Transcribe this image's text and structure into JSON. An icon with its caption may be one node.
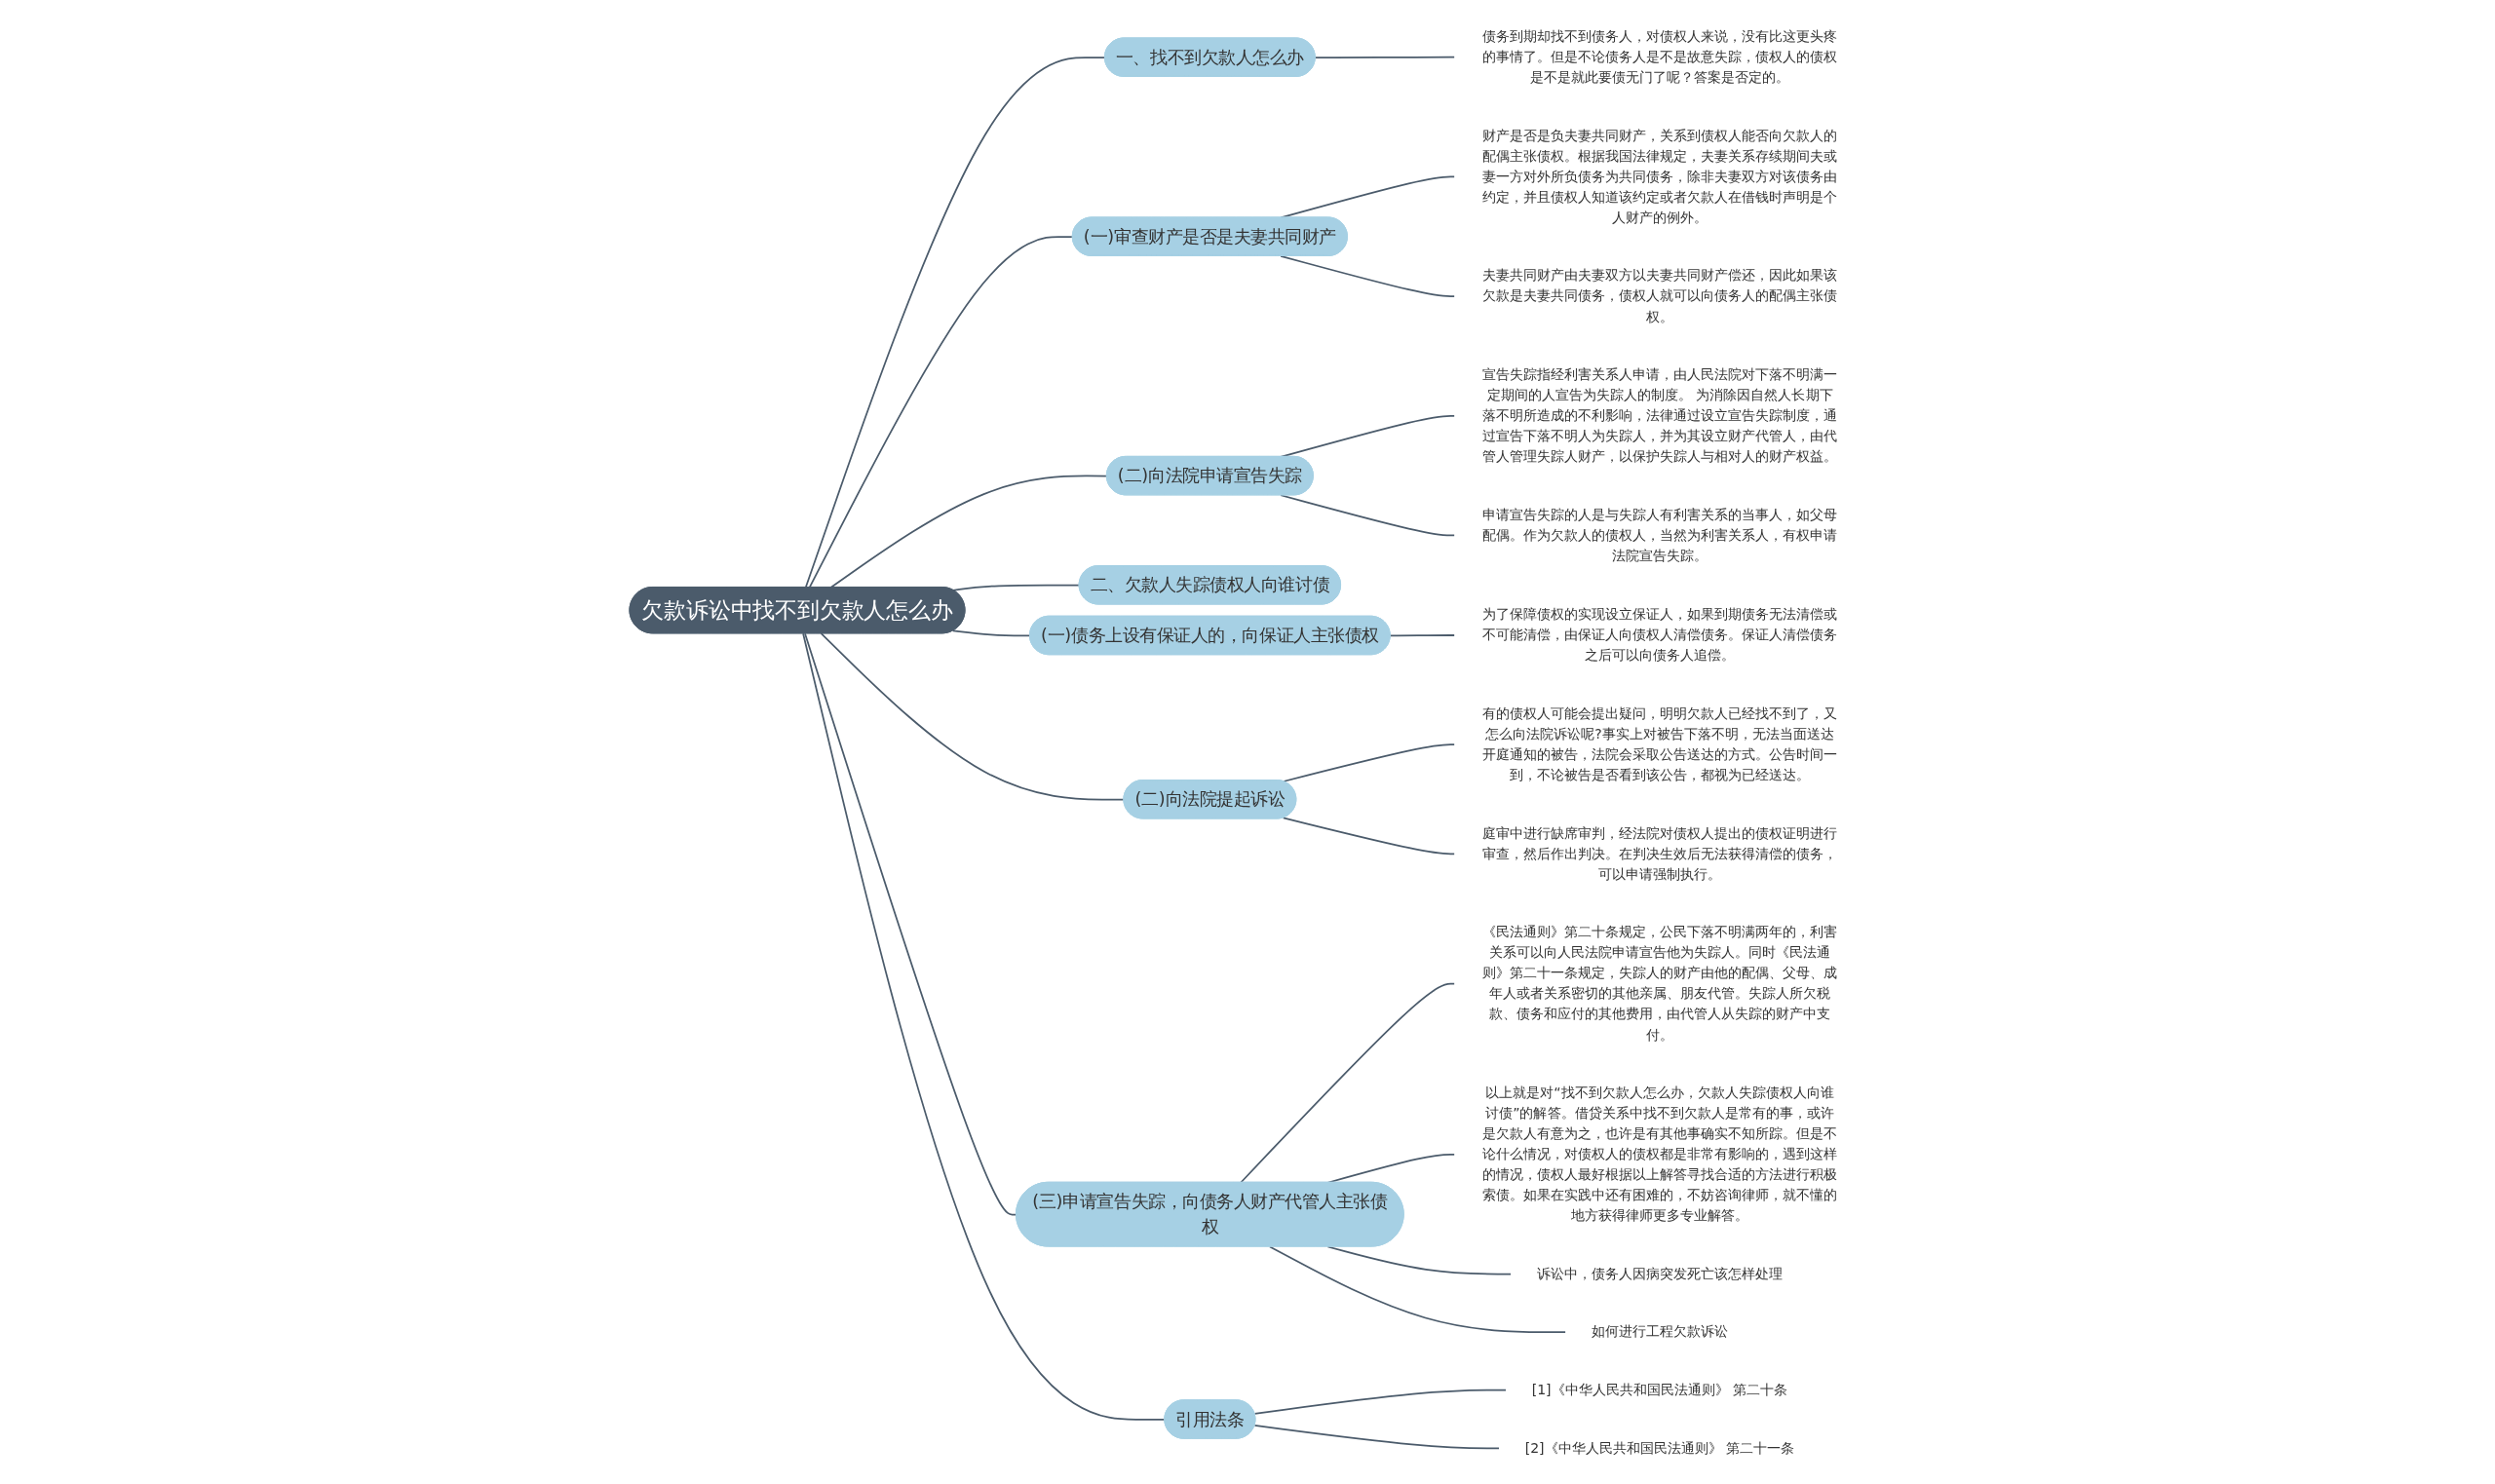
{
  "diagram": {
    "nodes": [
      {
        "text": [
          "欠款诉讼中找不到欠款人怎么办"
        ]
      },
      {
        "text": [
          "一、找不到欠款人怎么办"
        ]
      },
      {
        "text": [
          "债务到期却找不到债务人，对债权人来说，没有比这更头疼的事情了。但是不论债务人是不是故意失踪，债权人的债权是不是就此要债无门了呢？答案是否定的。"
        ]
      },
      {
        "text": [
          "(一)审查财产是否是夫妻共同财产"
        ]
      },
      {
        "text": [
          "财产是否是负夫妻共同财产，关系到债权人能否向欠款人的配偶主张债权。根据我国法律规定，夫妻关系存续期间夫或妻一方对外所负债务为共同债务，除非夫妻双方对该债务由约定，并且债权人知道该约定或者欠款人在借钱时声明是个人财产的例外。"
        ]
      },
      {
        "text": [
          "夫妻共同财产由夫妻双方以夫妻共同财产偿还，因此如果该欠款是夫妻共同债务，债权人就可以向债务人的配偶主张债权。"
        ]
      },
      {
        "text": [
          "(二)向法院申请宣告失踪"
        ]
      },
      {
        "text": [
          "宣告失踪指经利害关系人申请，由人民法院对下落不明满一定期间的人宣告为失踪人的制度。 为消除因自然人长期下落不明所造成的不利影响，法律通过设立宣告失踪制度，通过宣告下落不明人为失踪人，并为其设立财产代管人，由代管人管理失踪人财产，以保护失踪人与相对人的财产权益。"
        ]
      },
      {
        "text": [
          "申请宣告失踪的人是与失踪人有利害关系的当事人，如父母配偶。作为欠款人的债权人，当然为利害关系人，有权申请法院宣告失踪。"
        ]
      },
      {
        "text": [
          "二、欠款人失踪债权人向谁讨债"
        ]
      },
      {
        "text": [
          "(一)债务上设有保证人的，向保证人主张债权"
        ]
      },
      {
        "text": [
          "为了保障债权的实现设立保证人，如果到期债务无法清偿或不可能清偿，由保证人向债权人清偿债务。保证人清偿债务之后可以向债务人追偿。"
        ]
      },
      {
        "text": [
          "(二)向法院提起诉讼"
        ]
      },
      {
        "text": [
          "有的债权人可能会提出疑问，明明欠款人已经找不到了，又怎么向法院诉讼呢?事实上对被告下落不明，无法当面送达开庭通知的被告，法院会采取公告送达的方式。公告时间一到，不论被告是否看到该公告，都视为已经送达。"
        ]
      },
      {
        "text": [
          "庭审中进行缺席审判，经法院对债权人提出的债权证明进行审查，然后作出判决。在判决生效后无法获得清偿的债务，可以申请强制执行。"
        ]
      },
      {
        "text": [
          "(三)申请宣告失踪，向债务人财产代管人主张债权"
        ]
      },
      {
        "text": [
          "《民法通则》第二十条规定，公民下落不明满两年的，利害关系可以向人民法院申请宣告他为失踪人。同时《民法通则》第二十一条规定，失踪人的财产由他的配偶、父母、成年人或者关系密切的其他亲属、朋友代管。失踪人所欠税款、债务和应付的其他费用，由代管人从失踪的财产中支付。"
        ]
      },
      {
        "text": [
          "以上就是对“找不到欠款人怎么办，欠款人失踪债权人向谁讨债”的解答。借贷关系中找不到欠款人是常有的事，或许是欠款人有意为之，也许是有其他事确实不知所踪。但是不论什么情况，对债权人的债权都是非常有影响的，遇到这样的情况，债权人最好根据以上解答寻找合适的方法进行积极索债。如果在实践中还有困难的，不妨咨询律师，就不懂的地方获得律师更多专业解答。"
        ]
      },
      {
        "text": [
          "诉讼中，债务人因病突发死亡该怎样处理"
        ]
      },
      {
        "text": [
          "如何进行工程欠款诉讼"
        ]
      },
      {
        "text": [
          "引用法条"
        ]
      },
      {
        "text": [
          "[1]《中华人民共和国民法通则》 第二十条"
        ]
      },
      {
        "text": [
          "[2]《中华人民共和国民法通则》 第二十一条"
        ]
      }
    ],
    "edges": [
      {
        "from": 0,
        "to": 1,
        "arrow": "none"
      },
      {
        "from": 1,
        "to": 2,
        "arrow": "none"
      },
      {
        "from": 0,
        "to": 3,
        "arrow": "none"
      },
      {
        "from": 3,
        "to": 4,
        "arrow": "none"
      },
      {
        "from": 3,
        "to": 5,
        "arrow": "none"
      },
      {
        "from": 0,
        "to": 6,
        "arrow": "none"
      },
      {
        "from": 6,
        "to": 7,
        "arrow": "none"
      },
      {
        "from": 6,
        "to": 8,
        "arrow": "none"
      },
      {
        "from": 0,
        "to": 9,
        "arrow": "none"
      },
      {
        "from": 0,
        "to": 10,
        "arrow": "none"
      },
      {
        "from": 10,
        "to": 11,
        "arrow": "none"
      },
      {
        "from": 0,
        "to": 12,
        "arrow": "none"
      },
      {
        "from": 12,
        "to": 13,
        "arrow": "none"
      },
      {
        "from": 12,
        "to": 14,
        "arrow": "none"
      },
      {
        "from": 0,
        "to": 15,
        "arrow": "none"
      },
      {
        "from": 15,
        "to": 16,
        "arrow": "none"
      },
      {
        "from": 15,
        "to": 17,
        "arrow": "none"
      },
      {
        "from": 15,
        "to": 18,
        "arrow": "none"
      },
      {
        "from": 15,
        "to": 19,
        "arrow": "none"
      },
      {
        "from": 0,
        "to": 20,
        "arrow": "none"
      },
      {
        "from": 20,
        "to": 21,
        "arrow": "none"
      },
      {
        "from": 20,
        "to": 22,
        "arrow": "none"
      }
    ]
  }
}
